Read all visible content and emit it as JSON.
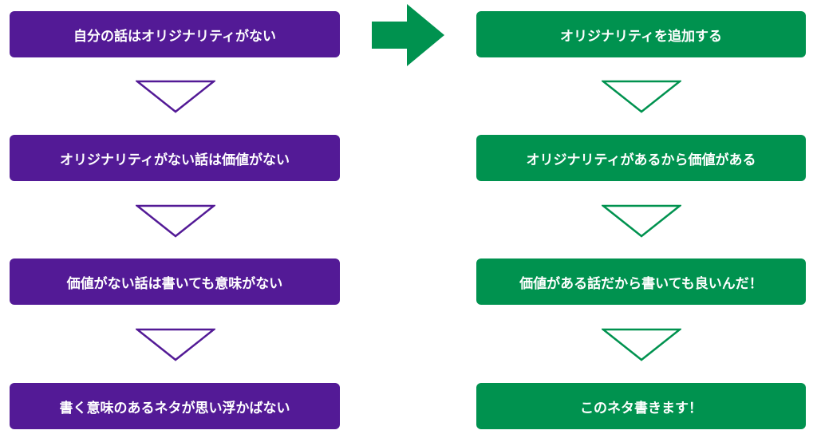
{
  "colors": {
    "left_box": "#531a96",
    "right_box": "#00924f",
    "left_arrow": "#531a96",
    "right_arrow": "#00924f",
    "main_arrow": "#00924f"
  },
  "left_flow": [
    "自分の話はオリジナリティがない",
    "オリジナリティがない話は価値がない",
    "価値がない話は書いても意味がない",
    "書く意味のあるネタが思い浮かばない"
  ],
  "right_flow": [
    "オリジナリティを追加する",
    "オリジナリティがあるから価値がある",
    "価値がある話だから書いても良いんだ！",
    "このネタ書きます！"
  ]
}
